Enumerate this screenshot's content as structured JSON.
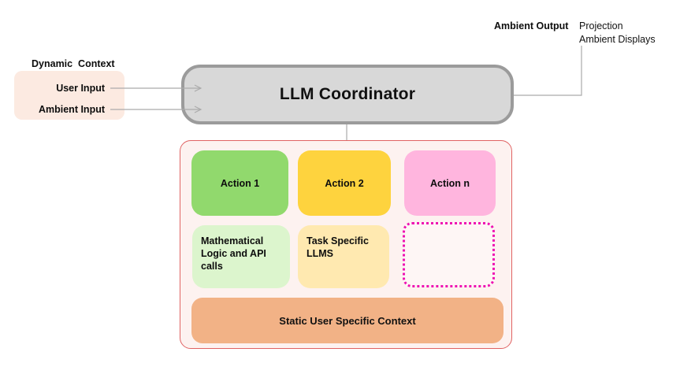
{
  "left_panel": {
    "title": "Dynamic  Context",
    "items": [
      "User Input",
      "Ambient Input"
    ]
  },
  "coordinator": {
    "label": "LLM Coordinator"
  },
  "output": {
    "label": "Ambient Output",
    "items": [
      "Projection",
      "Ambient Displays"
    ]
  },
  "actions": [
    {
      "label": "Action 1"
    },
    {
      "label": "Action 2"
    },
    {
      "label": "Action n"
    }
  ],
  "modules": [
    {
      "label": "Mathematical Logic and API calls"
    },
    {
      "label": "Task Specific LLMS"
    },
    {
      "label": ""
    }
  ],
  "static_context": {
    "label": "Static User Specific Context"
  },
  "palette": {
    "action1": "#91d96d",
    "action2": "#fed33e",
    "action3": "#ffb5de",
    "module1": "#dcf5cd",
    "module2": "#ffe9b0",
    "dotted_border": "#ee12b2",
    "static_context": "#f2b286",
    "coordinator_fill": "#d8d8d8",
    "coordinator_border": "#9b9b9b",
    "input_box_fill": "#fceae1",
    "container_fill": "#fdf2f0",
    "container_border": "#e06363",
    "connector": "#ababab"
  }
}
